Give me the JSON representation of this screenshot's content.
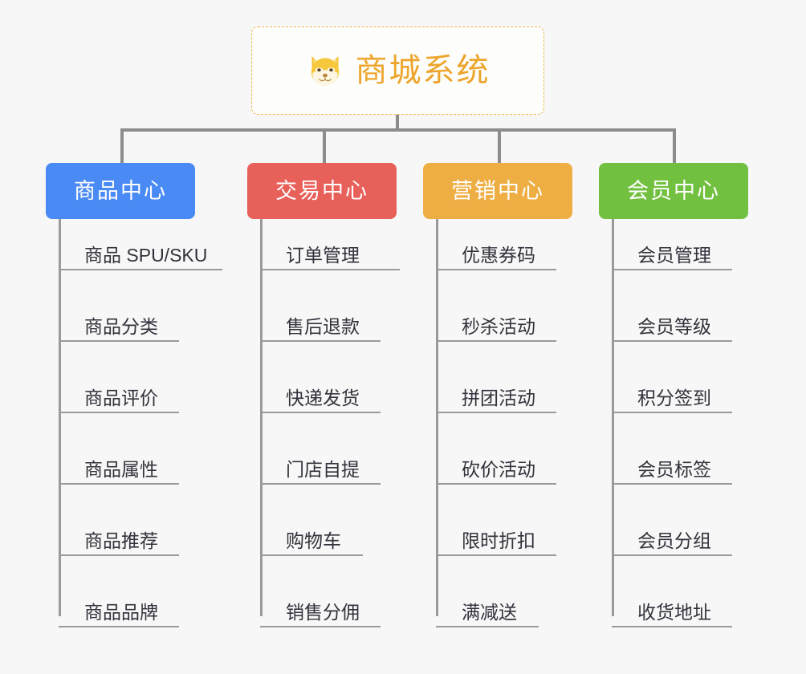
{
  "diagram": {
    "background_color": "#f7f7f7",
    "connector_color": "#8c8c8c",
    "root": {
      "title": "商城系统",
      "icon": "shiba-dog-face-icon",
      "text_color": "#eda52c",
      "border_color": "#efb94b",
      "background_color": "#fdfdfb"
    },
    "categories": [
      {
        "label": "商品中心",
        "color": "#4a8af4",
        "text_color": "#ffffff",
        "items": [
          "商品 SPU/SKU",
          "商品分类",
          "商品评价",
          "商品属性",
          "商品推荐",
          "商品品牌"
        ]
      },
      {
        "label": "交易中心",
        "color": "#e8605a",
        "text_color": "#ffffff",
        "items": [
          "订单管理",
          "售后退款",
          "快递发货",
          "门店自提",
          "购物车",
          "销售分佣"
        ]
      },
      {
        "label": "营销中心",
        "color": "#eeae43",
        "text_color": "#ffffff",
        "items": [
          "优惠券码",
          "秒杀活动",
          "拼团活动",
          "砍价活动",
          "限时折扣",
          "满减送"
        ]
      },
      {
        "label": "会员中心",
        "color": "#72c040",
        "text_color": "#ffffff",
        "items": [
          "会员管理",
          "会员等级",
          "积分签到",
          "会员标签",
          "会员分组",
          "收货地址"
        ]
      }
    ]
  },
  "layout": {
    "column_x": [
      57,
      308,
      527,
      746
    ],
    "drop_x": [
      150,
      402,
      620,
      838
    ],
    "leaf_widths": [
      [
        204,
        150,
        150,
        150,
        150,
        150
      ],
      [
        174,
        150,
        150,
        150,
        128,
        150
      ],
      [
        150,
        150,
        150,
        150,
        150,
        128
      ],
      [
        150,
        150,
        150,
        150,
        150,
        150
      ]
    ]
  }
}
